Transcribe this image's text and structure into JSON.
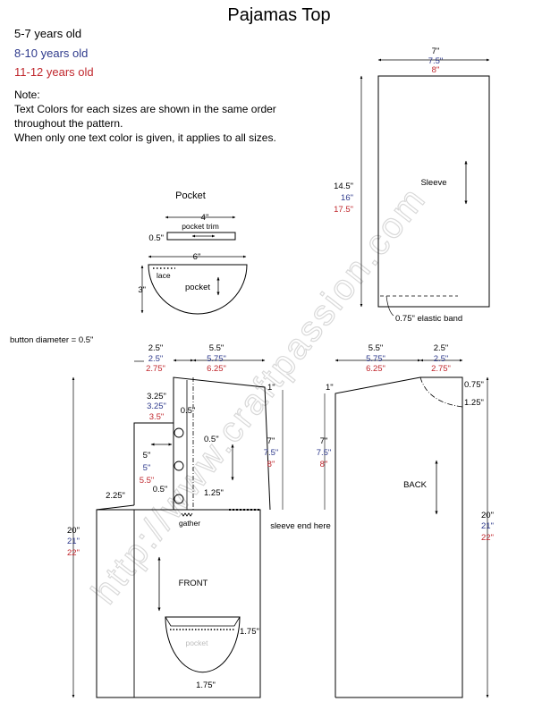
{
  "title": "Pajamas Top",
  "sizes": [
    {
      "label": "5-7 years old",
      "color": "#000000"
    },
    {
      "label": "8-10 years old",
      "color": "#2e3a8c"
    },
    {
      "label": "11-12 years old",
      "color": "#c0272d"
    }
  ],
  "note": {
    "heading": "Note:",
    "line1": "Text Colors for each sizes are shown in the same order",
    "line2": "throughout the pattern.",
    "line3": "When only one text color is given, it applies to all sizes."
  },
  "colors": {
    "size1": "#000000",
    "size2": "#2e3a8c",
    "size3": "#c0272d",
    "watermark": "#e0e0e0"
  },
  "sleeve": {
    "label": "Sleeve",
    "width": [
      "7\"",
      "7.5\"",
      "8\""
    ],
    "height": [
      "14.5\"",
      "16\"",
      "17.5\""
    ],
    "band": "0.75\" elastic band"
  },
  "pocket_piece": {
    "heading": "Pocket",
    "trim_width": "4\"",
    "trim_label": "pocket trim",
    "trim_height": "0.5\"",
    "width": "6\"",
    "height": "3\"",
    "lace": "lace",
    "label": "pocket"
  },
  "button_note": "button diameter = 0.5\"",
  "front": {
    "label": "FRONT",
    "placket_width": [
      "2.5\"",
      "2.5\"",
      "2.75\""
    ],
    "shoulder_width": [
      "5.5\"",
      "5.75\"",
      "6.25\""
    ],
    "shoulder_drop": "1\"",
    "armhole": [
      "7\"",
      "7.5\"",
      "8\""
    ],
    "neck_depth": [
      "3.25\"",
      "3.25\"",
      "3.5\""
    ],
    "button_spacing_top": "0.5\"",
    "placket_overlap": "0.5\"",
    "neck_width": [
      "5\"",
      "5\"",
      "5.5\""
    ],
    "button_bottom": "0.5\"",
    "placket_ext": "1.25\"",
    "gather": "gather",
    "side_ext": "2.25\"",
    "sleeve_end": "sleeve end here",
    "length": [
      "20\"",
      "21\"",
      "22\""
    ],
    "pocket_label": "pocket",
    "pocket_side": "1.75\"",
    "pocket_bottom": "1.75\""
  },
  "back": {
    "label": "BACK",
    "shoulder_width": [
      "5.5\"",
      "5.75\"",
      "6.25\""
    ],
    "neck_width": [
      "2.5\"",
      "2.5\"",
      "2.75\""
    ],
    "shoulder_drop": "1\"",
    "neck_depth_top": "0.75\"",
    "neck_depth_bottom": "1.25\"",
    "armhole": [
      "7\"",
      "7.5\"",
      "8\""
    ],
    "length": [
      "20\"",
      "21\"",
      "22\""
    ]
  },
  "watermark": "http://www.craftpassion.com"
}
